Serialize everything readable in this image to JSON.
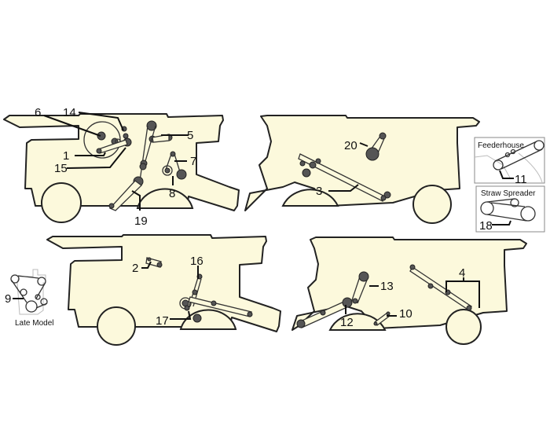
{
  "diagram": {
    "labels": [
      "1",
      "2",
      "3",
      "4",
      "5",
      "6",
      "7",
      "8",
      "9",
      "10",
      "11",
      "12",
      "13",
      "14",
      "15",
      "16",
      "17",
      "18",
      "19",
      "20"
    ],
    "insets": {
      "feederhouse": "Feederhouse",
      "straw_spreader": "Straw Spreader",
      "late_model": "Late Model"
    },
    "colors": {
      "body_fill": "#fcf9dc",
      "outline": "#222222",
      "pulley": "#555555"
    }
  }
}
